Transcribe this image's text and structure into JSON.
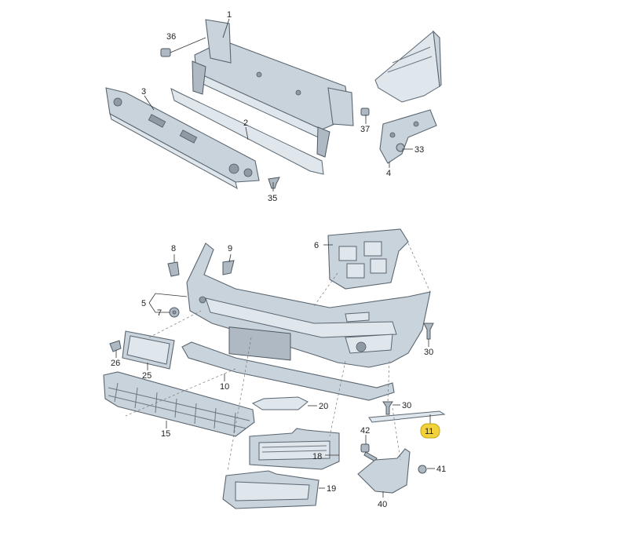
{
  "diagram": {
    "labels": {
      "l1": "1",
      "l2": "2",
      "l3": "3",
      "l4": "4",
      "l5": "5",
      "l6": "6",
      "l7": "7",
      "l8": "8",
      "l9": "9",
      "l10": "10",
      "l11": "11",
      "l15": "15",
      "l18": "18",
      "l19": "19",
      "l20": "20",
      "l25": "25",
      "l26": "26",
      "l30a": "30",
      "l30b": "30",
      "l33": "33",
      "l35": "35",
      "l36": "36",
      "l37": "37",
      "l40": "40",
      "l41": "41",
      "l42": "42"
    },
    "highlight_color": "#f1d23a",
    "part_color": "#c9d3dc",
    "outline_color": "#5b6670"
  }
}
